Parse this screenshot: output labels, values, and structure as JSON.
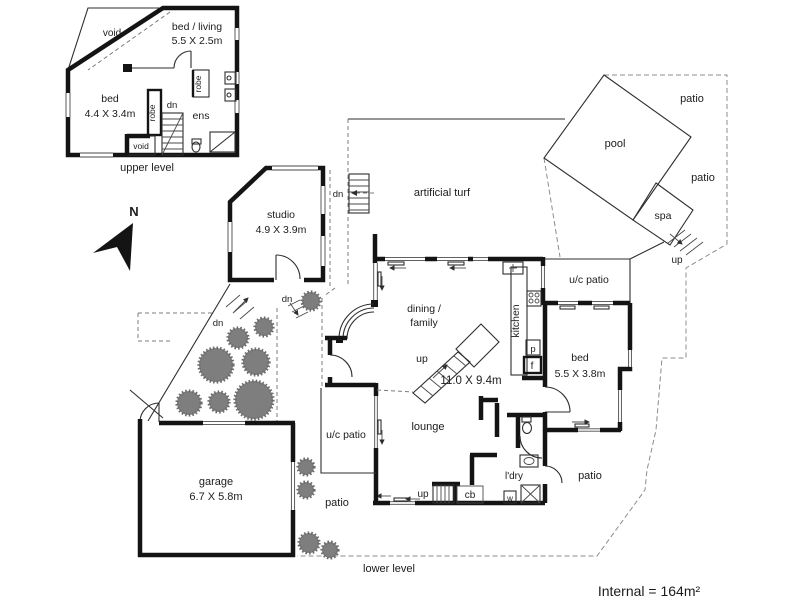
{
  "colors": {
    "wall": "#141414",
    "thin_line": "#2e2e2e",
    "shrub": "#7e7e7e",
    "boundary_dash": "#8c8c8c"
  },
  "upper": {
    "void_main": "void",
    "bed_living": "bed / living",
    "bed_living_dim": "5.5 X 2.5m",
    "bed": "bed",
    "bed_dim": "4.4 X 3.4m",
    "robe_bed": "robe",
    "robe_ens": "robe",
    "dn": "dn",
    "ens": "ens",
    "void_stair": "void",
    "caption": "upper level"
  },
  "compass": {
    "north": "N"
  },
  "studio": {
    "name": "studio",
    "dim": "4.9 X 3.9m",
    "dn": "dn"
  },
  "site": {
    "turf": "artificial turf",
    "pool": "pool",
    "spa": "spa",
    "patio_ne": "patio",
    "patio_e": "patio",
    "patio_w": "patio",
    "patio_se": "patio",
    "up_spa": "up",
    "dn_path_left": "dn",
    "dn_path_right": "dn",
    "lower_caption": "lower level",
    "internal_area": "Internal = 164m²"
  },
  "main": {
    "dining_line1": "dining /",
    "dining_line2": "family",
    "kitchen": "kitchen",
    "up_stairs": "up",
    "overall_dim": "11.0 X 9.4m",
    "uc_patio_top": "u/c patio",
    "uc_patio_entry": "u/c patio",
    "bed": "bed",
    "bed_dim": "5.5 X 3.8m",
    "pantry": "p",
    "fridge": "f",
    "lounge": "lounge",
    "up_lower": "up",
    "cupboard": "cb",
    "laundry": "l'dry",
    "washer": "w"
  },
  "garage": {
    "name": "garage",
    "dim": "6.7 X 5.8m"
  }
}
